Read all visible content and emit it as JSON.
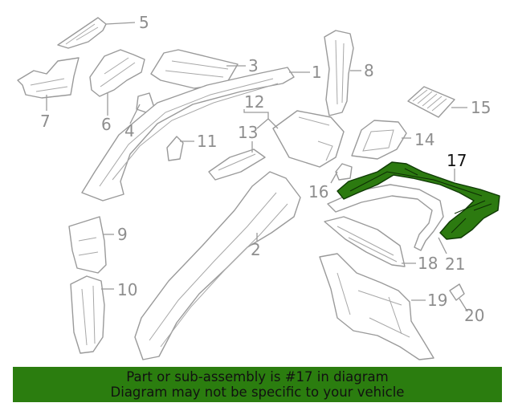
{
  "diagram": {
    "callouts": [
      "5",
      "3",
      "1",
      "8",
      "7",
      "6",
      "4",
      "12",
      "13",
      "11",
      "15",
      "14",
      "17",
      "16",
      "9",
      "2",
      "18",
      "21",
      "10",
      "19",
      "20"
    ],
    "highlighted_part": "17"
  },
  "banner": {
    "line1": "Part or sub-assembly is #17 in diagram",
    "line2": "Diagram may not be specific to your vehicle"
  },
  "colors": {
    "banner_bg": "#2b7d0f",
    "highlight_part": "#2c7a10",
    "line_art": "#9a9a9a"
  }
}
